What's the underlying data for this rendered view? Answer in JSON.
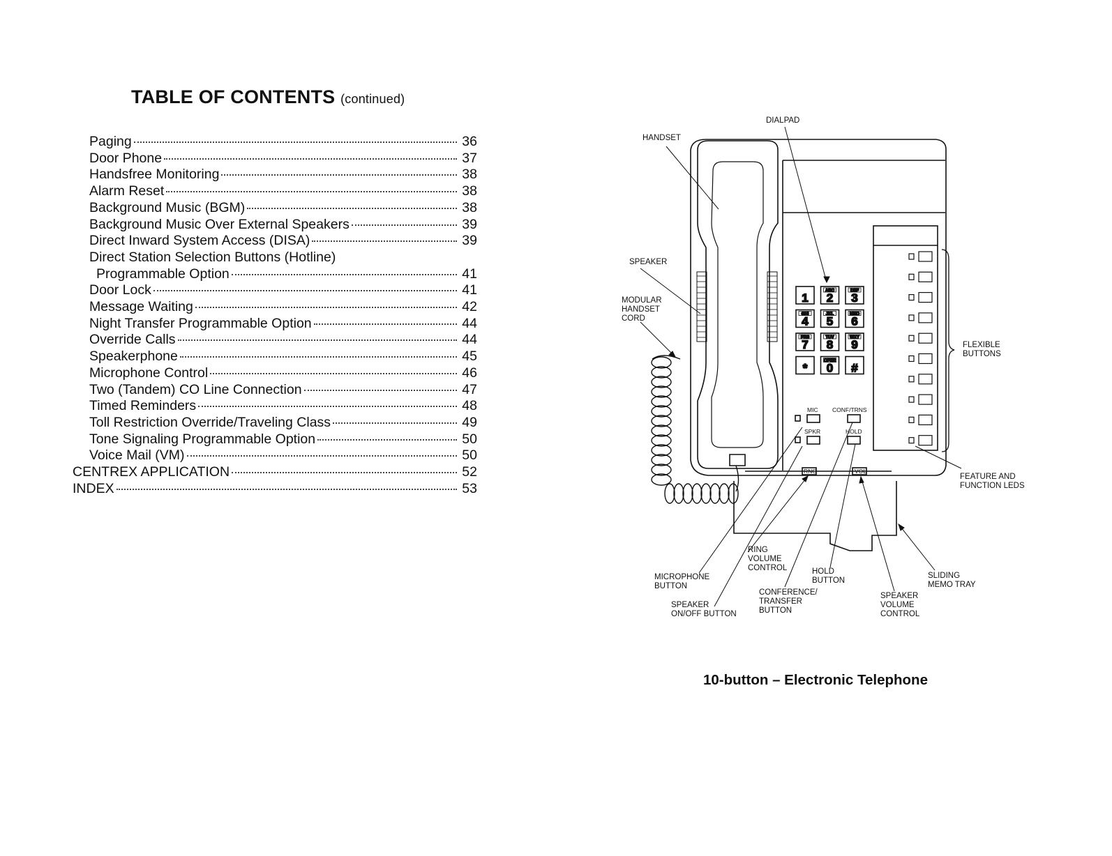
{
  "toc": {
    "title": "TABLE OF CONTENTS",
    "title_suffix": "(continued)",
    "entries": [
      {
        "label": "Paging",
        "page": "36",
        "level": 1
      },
      {
        "label": "Door Phone",
        "page": "37",
        "level": 1
      },
      {
        "label": "Handsfree Monitoring",
        "page": "38",
        "level": 1
      },
      {
        "label": "Alarm Reset",
        "page": "38",
        "level": 1
      },
      {
        "label": "Background Music (BGM)",
        "page": "38",
        "level": 1
      },
      {
        "label": "Background Music Over External Speakers",
        "page": "39",
        "level": 1
      },
      {
        "label": "Direct Inward System Access (DISA)",
        "page": "39",
        "level": 1
      },
      {
        "label": "Direct Station Selection Buttons (Hotline)",
        "page": "",
        "level": 1
      },
      {
        "label": "Programmable Option",
        "page": "41",
        "level": 2
      },
      {
        "label": "Door Lock",
        "page": "41",
        "level": 1
      },
      {
        "label": "Message Waiting",
        "page": "42",
        "level": 1
      },
      {
        "label": "Night Transfer Programmable Option",
        "page": "44",
        "level": 1
      },
      {
        "label": "Override Calls",
        "page": "44",
        "level": 1
      },
      {
        "label": "Speakerphone",
        "page": "45",
        "level": 1
      },
      {
        "label": "Microphone Control",
        "page": "46",
        "level": 1
      },
      {
        "label": "Two (Tandem) CO Line Connection",
        "page": "47",
        "level": 1
      },
      {
        "label": "Timed Reminders",
        "page": "48",
        "level": 1
      },
      {
        "label": "Toll Restriction Override/Traveling Class",
        "page": "49",
        "level": 1
      },
      {
        "label": "Tone Signaling Programmable Option",
        "page": "50",
        "level": 1
      },
      {
        "label": "Voice Mail (VM)",
        "page": "50",
        "level": 1
      },
      {
        "label": "CENTREX APPLICATION",
        "page": "52",
        "level": 0
      },
      {
        "label": "INDEX",
        "page": "53",
        "level": 0
      }
    ]
  },
  "diagram": {
    "caption": "10-button – Electronic Telephone",
    "callouts": {
      "dialpad": "DIALPAD",
      "handset": "HANDSET",
      "speaker": "SPEAKER",
      "modular_cord": [
        "MODULAR",
        "HANDSET",
        "CORD"
      ],
      "flexible_buttons": [
        "FLEXIBLE",
        "BUTTONS"
      ],
      "feature_leds": [
        "FEATURE AND",
        "FUNCTION LEDS"
      ],
      "sliding_tray": [
        "SLIDING",
        "MEMO TRAY"
      ],
      "ring_volume": [
        "RING",
        "VOLUME",
        "CONTROL"
      ],
      "hold_button": [
        "HOLD",
        "BUTTON"
      ],
      "microphone_button": [
        "MICROPHONE",
        "BUTTON"
      ],
      "conference_transfer": [
        "CONFERENCE/",
        "TRANSFER",
        "BUTTON"
      ],
      "speaker_volume": [
        "SPEAKER",
        "VOLUME",
        "CONTROL"
      ],
      "speaker_onoff": [
        "SPEAKER",
        "ON/OFF BUTTON"
      ]
    },
    "button_labels": {
      "mic": "MIC",
      "conf": "CONF/TRNS",
      "spkr": "SPKR",
      "hold": "HOLD",
      "ring": "RNG",
      "vol": "VOL"
    },
    "keypad": [
      {
        "digit": "1",
        "letters": ""
      },
      {
        "digit": "2",
        "letters": "ABC"
      },
      {
        "digit": "3",
        "letters": "DEF"
      },
      {
        "digit": "4",
        "letters": "GHI"
      },
      {
        "digit": "5",
        "letters": "JKL"
      },
      {
        "digit": "6",
        "letters": "MNO"
      },
      {
        "digit": "7",
        "letters": "PRS"
      },
      {
        "digit": "8",
        "letters": "TUV"
      },
      {
        "digit": "9",
        "letters": "WXY"
      },
      {
        "digit": "*",
        "letters": ""
      },
      {
        "digit": "0",
        "letters": "OPER"
      },
      {
        "digit": "#",
        "letters": ""
      }
    ]
  }
}
